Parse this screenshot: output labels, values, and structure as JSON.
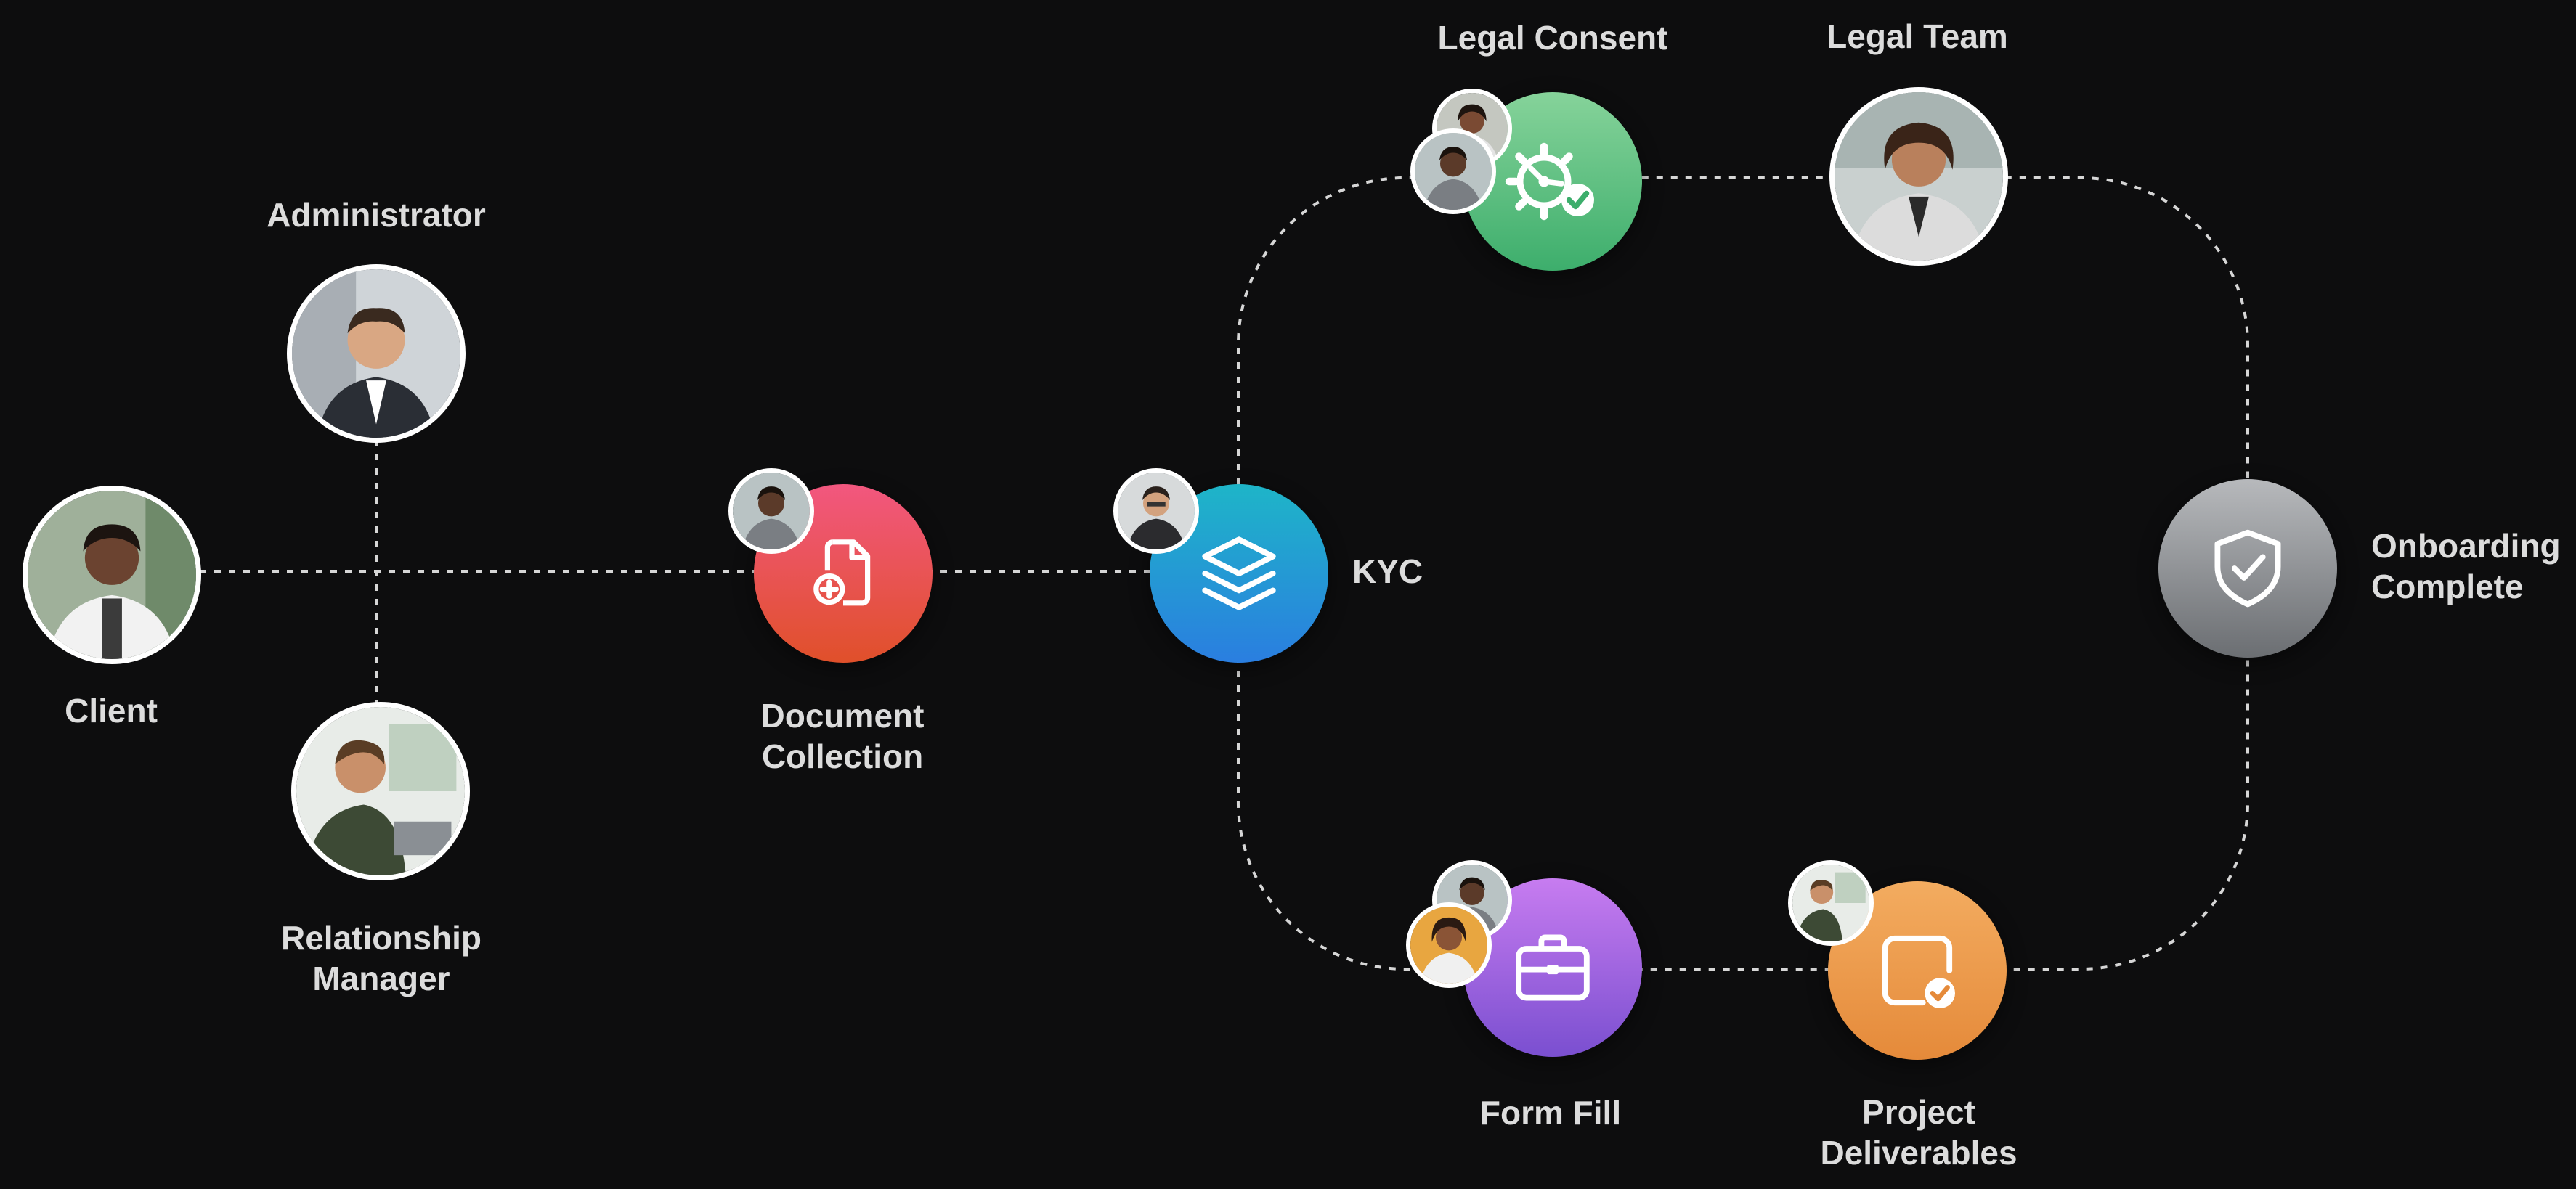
{
  "nodes": {
    "administrator": {
      "label": "Administrator"
    },
    "client": {
      "label": "Client"
    },
    "relationship_manager": {
      "label": "Relationship\nManager"
    },
    "document_collection": {
      "label": "Document\nCollection"
    },
    "kyc": {
      "label": "KYC"
    },
    "legal_consent": {
      "label": "Legal Consent"
    },
    "legal_team": {
      "label": "Legal Team"
    },
    "onboarding_complete": {
      "label": "Onboarding\nComplete"
    },
    "form_fill": {
      "label": "Form Fill"
    },
    "project_deliverables": {
      "label": "Project\nDeliverables"
    }
  },
  "icons": {
    "document_collection": "document-add-icon",
    "kyc": "layers-icon",
    "legal_consent": "gear-check-icon",
    "onboarding_complete": "shield-check-icon",
    "form_fill": "briefcase-icon",
    "project_deliverables": "square-check-icon"
  },
  "colors": {
    "background": "#0d0d0e",
    "connector": "#d6d6d6",
    "label": "#dcdcdc",
    "document_collection": [
      "#f2577f",
      "#e0502a"
    ],
    "kyc": [
      "#1eb5c8",
      "#2a7ee0"
    ],
    "legal_consent": [
      "#86d39a",
      "#3dae6c"
    ],
    "onboarding_complete": [
      "#b7b9bc",
      "#6b6e72"
    ],
    "form_fill": [
      "#c77cf0",
      "#7a4fd0"
    ],
    "project_deliverables": [
      "#f3ac60",
      "#e58a3a"
    ]
  }
}
